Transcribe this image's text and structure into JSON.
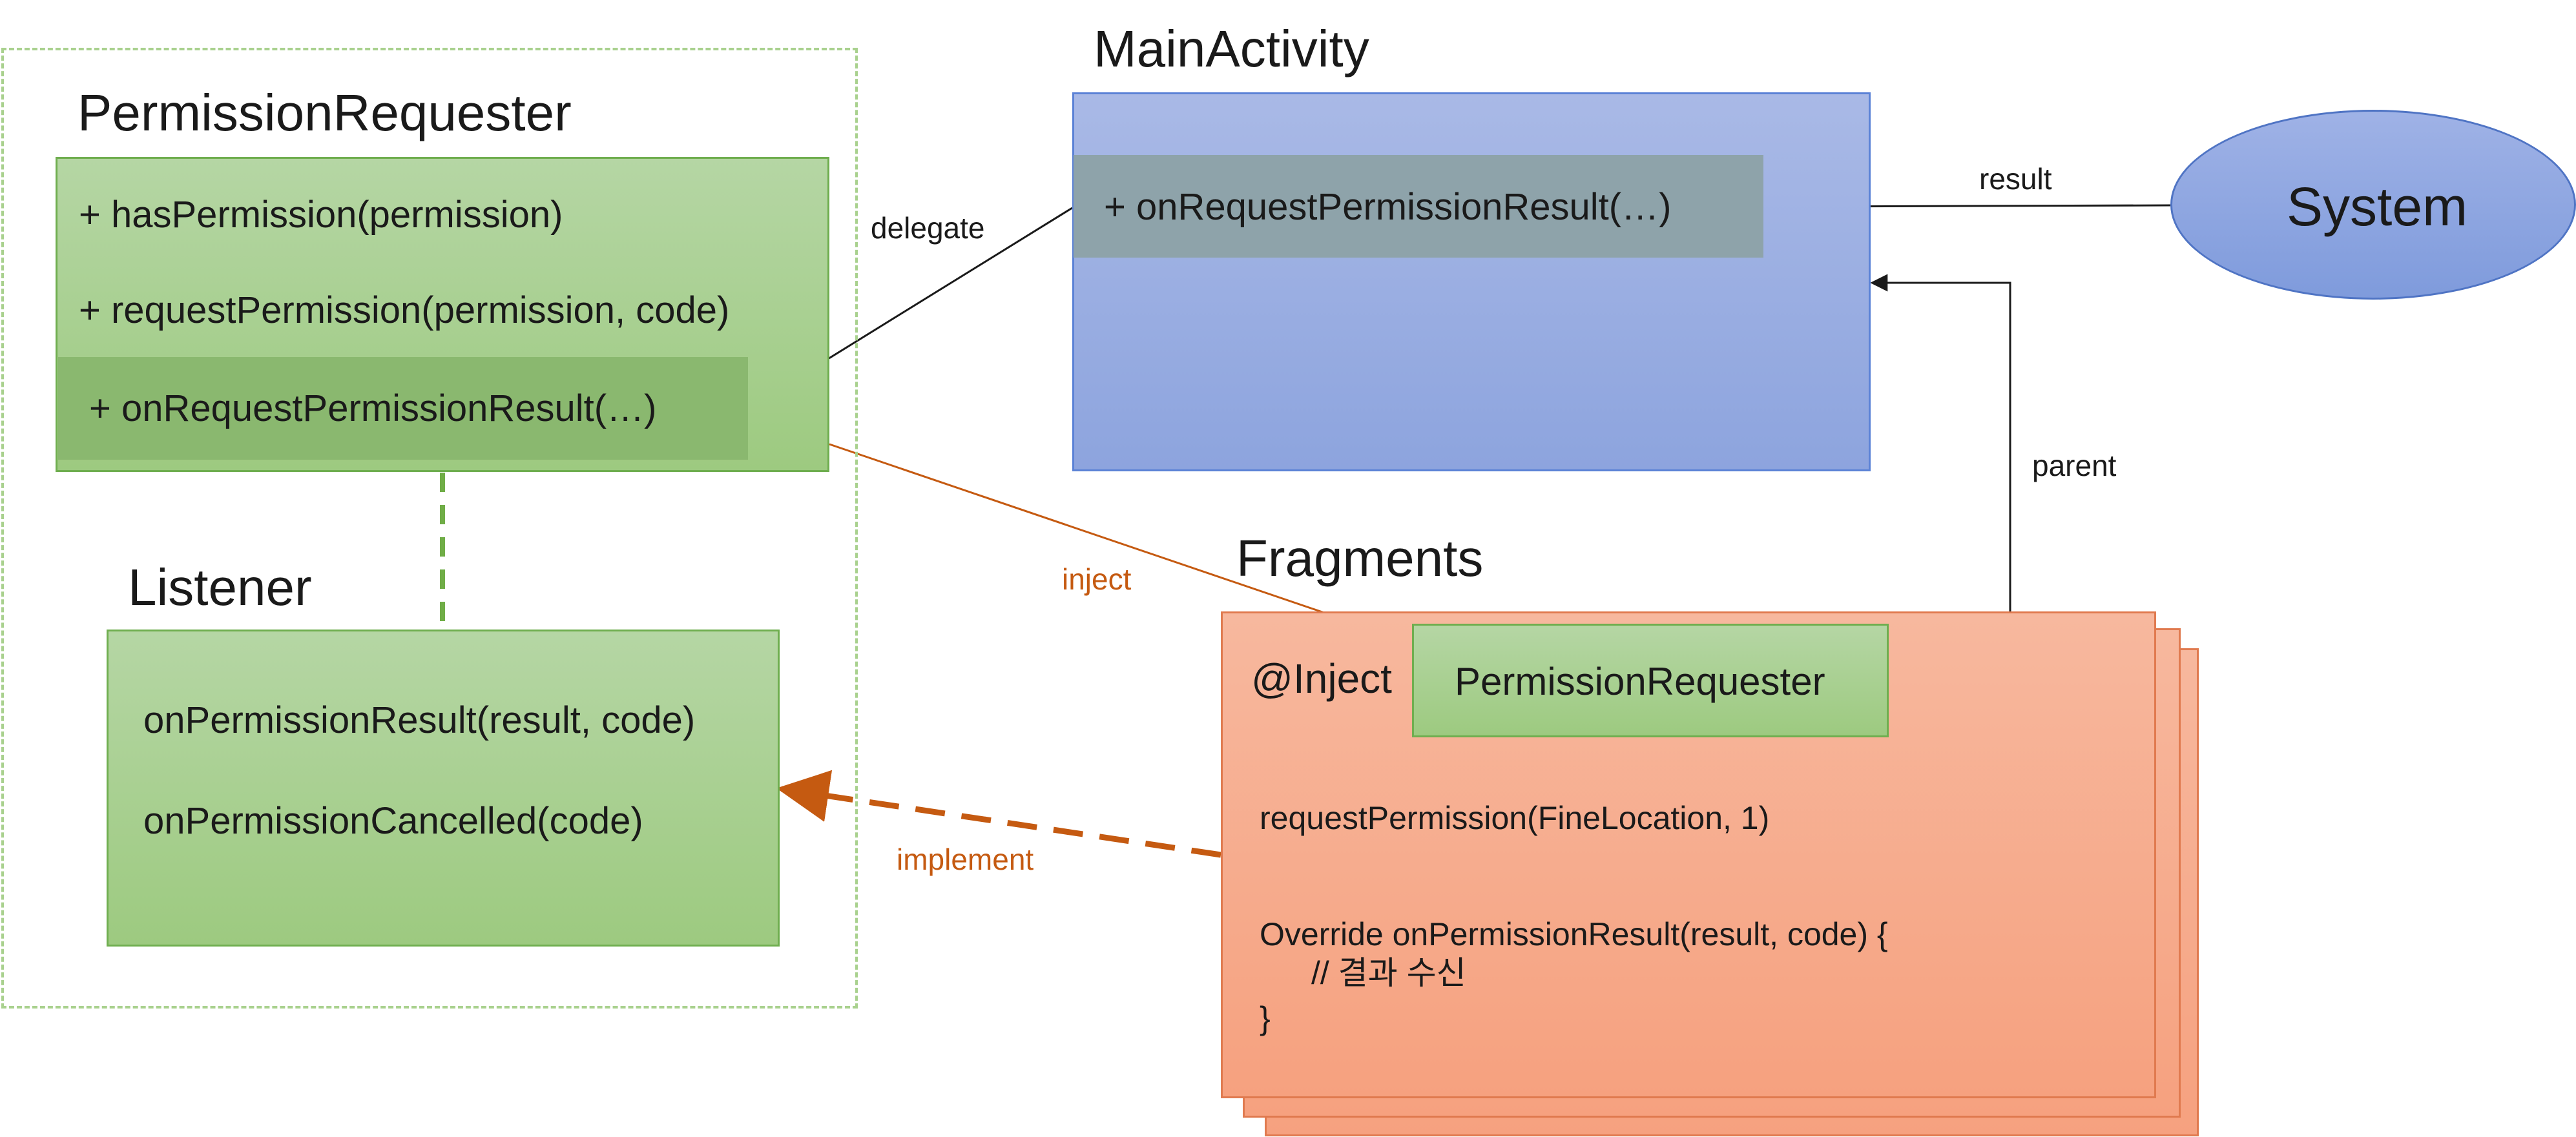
{
  "permission_requester": {
    "title": "PermissionRequester",
    "methods": [
      "+ hasPermission(permission)",
      "+ requestPermission(permission, code)",
      "+ onRequestPermissionResult(…)"
    ]
  },
  "listener": {
    "title": "Listener",
    "methods": [
      "onPermissionResult(result, code)",
      "onPermissionCancelled(code)"
    ]
  },
  "main_activity": {
    "title": "MainActivity",
    "method": "+ onRequestPermissionResult(…)"
  },
  "system": {
    "label": "System"
  },
  "fragments": {
    "title": "Fragments",
    "inject_annotation": "@Inject",
    "injected_type": "PermissionRequester",
    "code_lines": [
      "requestPermission(FineLocation, 1)",
      "Override onPermissionResult(result, code) {",
      "// 결과 수신",
      "}"
    ]
  },
  "edges": {
    "delegate": "delegate",
    "result": "result",
    "parent": "parent",
    "inject": "inject",
    "implement": "implement"
  },
  "colors": {
    "green_border": "#6fae4f",
    "green_dashed": "#70ad47",
    "blue_border": "#5b82d6",
    "orange_border": "#e07a4f",
    "orange_accent": "#c55a11",
    "line": "#1a1a1a"
  }
}
